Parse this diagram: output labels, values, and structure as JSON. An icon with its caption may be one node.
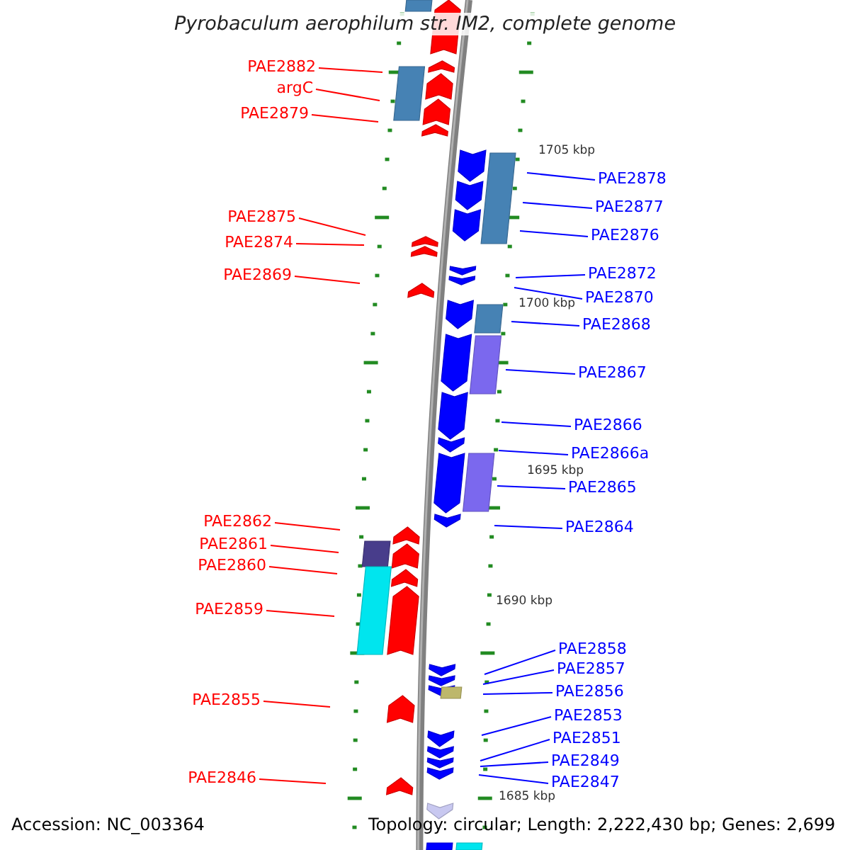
{
  "diagram": {
    "title": "Pyrobaculum aerophilum str. IM2, complete genome",
    "nodes": [
      {
        "text": [
          "PAE2882"
        ]
      },
      {
        "text": [
          "argC"
        ]
      },
      {
        "text": [
          "PAE2879"
        ]
      },
      {
        "text": [
          "PAE2875"
        ]
      },
      {
        "text": [
          "PAE2874"
        ]
      },
      {
        "text": [
          "PAE2869"
        ]
      },
      {
        "text": [
          "PAE2862"
        ]
      },
      {
        "text": [
          "PAE2861"
        ]
      },
      {
        "text": [
          "PAE2860"
        ]
      },
      {
        "text": [
          "PAE2859"
        ]
      },
      {
        "text": [
          "PAE2855"
        ]
      },
      {
        "text": [
          "PAE2846"
        ]
      },
      {
        "text": [
          "PAE2878"
        ]
      },
      {
        "text": [
          "PAE2877"
        ]
      },
      {
        "text": [
          "PAE2876"
        ]
      },
      {
        "text": [
          "PAE2872"
        ]
      },
      {
        "text": [
          "PAE2870"
        ]
      },
      {
        "text": [
          "PAE2868"
        ]
      },
      {
        "text": [
          "PAE2867"
        ]
      },
      {
        "text": [
          "PAE2866"
        ]
      },
      {
        "text": [
          "PAE2866a"
        ]
      },
      {
        "text": [
          "PAE2865"
        ]
      },
      {
        "text": [
          "PAE2864"
        ]
      },
      {
        "text": [
          "PAE2858"
        ]
      },
      {
        "text": [
          "PAE2857"
        ]
      },
      {
        "text": [
          "PAE2856"
        ]
      },
      {
        "text": [
          "PAE2853"
        ]
      },
      {
        "text": [
          "PAE2851"
        ]
      },
      {
        "text": [
          "PAE2849"
        ]
      },
      {
        "text": [
          "PAE2847"
        ]
      }
    ],
    "edges": [
      {
        "from": 0,
        "to": null,
        "arrow": "none",
        "color": "#ff0000"
      },
      {
        "from": 1,
        "to": null,
        "arrow": "none",
        "color": "#ff0000"
      },
      {
        "from": 2,
        "to": null,
        "arrow": "none",
        "color": "#ff0000"
      },
      {
        "from": 3,
        "to": null,
        "arrow": "none",
        "color": "#ff0000"
      },
      {
        "from": 4,
        "to": null,
        "arrow": "none",
        "color": "#ff0000"
      },
      {
        "from": 5,
        "to": null,
        "arrow": "none",
        "color": "#ff0000"
      },
      {
        "from": 6,
        "to": null,
        "arrow": "none",
        "color": "#ff0000"
      },
      {
        "from": 7,
        "to": null,
        "arrow": "none",
        "color": "#ff0000"
      },
      {
        "from": 8,
        "to": null,
        "arrow": "none",
        "color": "#ff0000"
      },
      {
        "from": 9,
        "to": null,
        "arrow": "none",
        "color": "#ff0000"
      },
      {
        "from": 10,
        "to": null,
        "arrow": "none",
        "color": "#ff0000"
      },
      {
        "from": 11,
        "to": null,
        "arrow": "none",
        "color": "#ff0000"
      },
      {
        "from": 12,
        "to": null,
        "arrow": "none"
      },
      {
        "from": 13,
        "to": null,
        "arrow": "none"
      },
      {
        "from": 14,
        "to": null,
        "arrow": "none"
      },
      {
        "from": 15,
        "to": null,
        "arrow": "none"
      },
      {
        "from": 16,
        "to": null,
        "arrow": "none"
      },
      {
        "from": 17,
        "to": null,
        "arrow": "none"
      },
      {
        "from": 18,
        "to": null,
        "arrow": "none"
      },
      {
        "from": 19,
        "to": null,
        "arrow": "none"
      },
      {
        "from": 20,
        "to": null,
        "arrow": "none"
      },
      {
        "from": 21,
        "to": null,
        "arrow": "none"
      },
      {
        "from": 22,
        "to": null,
        "arrow": "none"
      },
      {
        "from": 23,
        "to": null,
        "arrow": "none"
      },
      {
        "from": 24,
        "to": null,
        "arrow": "none"
      },
      {
        "from": 25,
        "to": null,
        "arrow": "none"
      },
      {
        "from": 26,
        "to": null,
        "arrow": "none"
      },
      {
        "from": 27,
        "to": null,
        "arrow": "none"
      },
      {
        "from": 28,
        "to": null,
        "arrow": "none"
      },
      {
        "from": 29,
        "to": null,
        "arrow": "none"
      }
    ],
    "labels": [
      "1705 kbp",
      "1700 kbp",
      "1695 kbp",
      "1690 kbp",
      "1685 kbp",
      "Accession: NC_003364",
      "Topology: circular; Length: 2,222,430 bp; Genes: 2,699"
    ]
  }
}
